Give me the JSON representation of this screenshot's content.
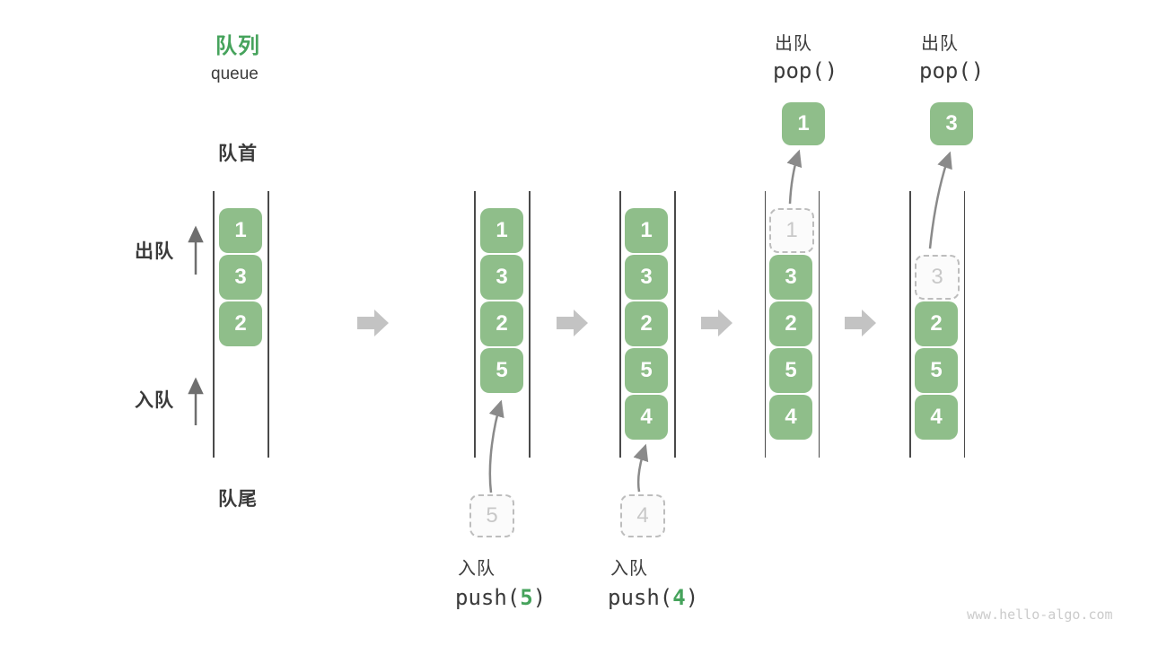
{
  "header": {
    "title_zh": "队列",
    "title_en": "queue"
  },
  "side_labels": {
    "front": "队首",
    "rear": "队尾",
    "dequeue": "出队",
    "enqueue": "入队"
  },
  "ops": {
    "push5": {
      "label_zh": "入队",
      "fn": "push(",
      "arg": "5",
      "close": ")"
    },
    "push4": {
      "label_zh": "入队",
      "fn": "push(",
      "arg": "4",
      "close": ")"
    },
    "pop1": {
      "label_zh": "出队",
      "code": "pop()"
    },
    "pop2": {
      "label_zh": "出队",
      "code": "pop()"
    }
  },
  "states": [
    {
      "cells": [
        "1",
        "3",
        "2"
      ]
    },
    {
      "cells": [
        "1",
        "3",
        "2",
        "5"
      ],
      "staging": "5"
    },
    {
      "cells": [
        "1",
        "3",
        "2",
        "5",
        "4"
      ],
      "staging": "4"
    },
    {
      "ghost": "1",
      "cells": [
        "3",
        "2",
        "5",
        "4"
      ],
      "popped": "1"
    },
    {
      "ghost": "3",
      "cells": [
        "2",
        "5",
        "4"
      ],
      "popped": "3"
    }
  ],
  "watermark": "www.hello-algo.com",
  "colors": {
    "cell_green": "#8fbe8a",
    "accent_green": "#46a35c",
    "ghost_border": "#bdbdbd",
    "ghost_text": "#c8c8c8",
    "wall_line": "#4a4a4a",
    "block_arrow": "#c3c3c3",
    "thin_arrow": "#6e6e6e",
    "curve_arrow": "#8a8a8a",
    "text_dark": "#3a3a3a",
    "watermark_gray": "#cbcbcb"
  }
}
